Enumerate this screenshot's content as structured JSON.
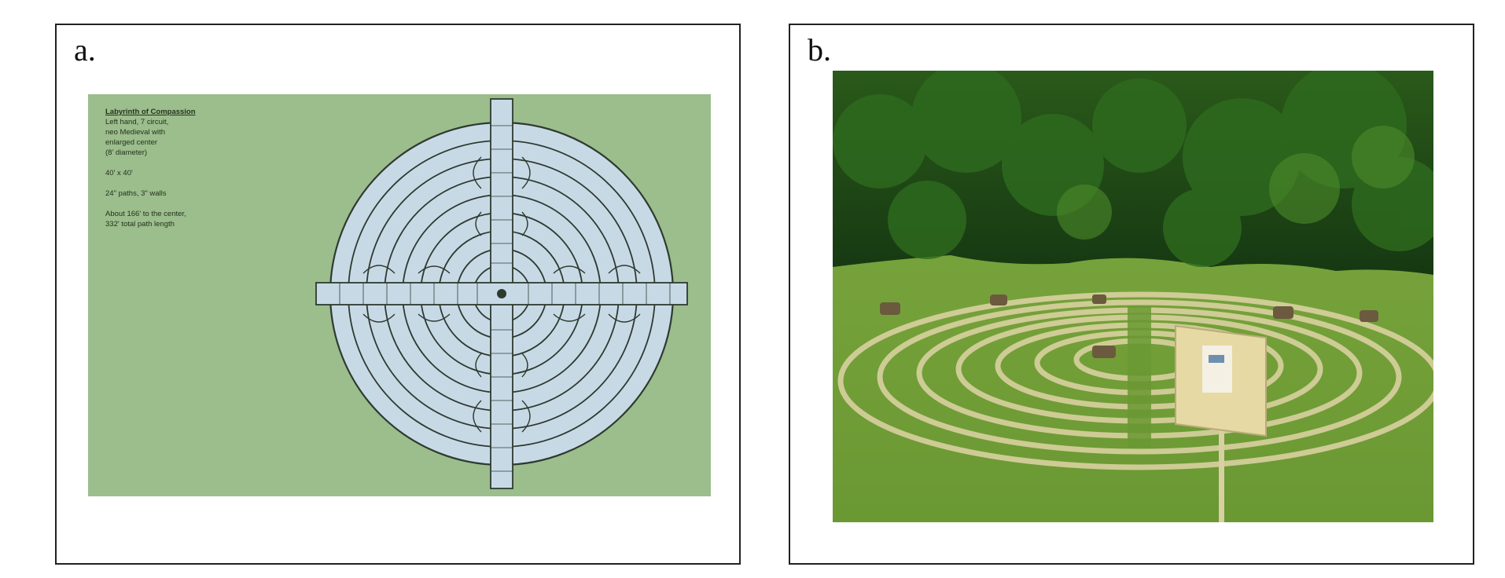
{
  "panels": {
    "a": {
      "label": "a.",
      "diagram": {
        "title": "Labyrinth of Compassion",
        "lines": [
          "Left hand, 7 circuit,",
          "neo Medieval with",
          "enlarged center",
          "(8' diameter)"
        ],
        "size": "40' x 40'",
        "paths": "24\" paths, 3\" walls",
        "length_lines": [
          "About 166' to the center,",
          "332' total path length"
        ],
        "credit": "",
        "colors": {
          "background": "#9cbd8c",
          "labyrinth_fill": "#c8d9e6",
          "walls": "#2e3a30"
        }
      }
    },
    "b": {
      "label": "b.",
      "photo": {
        "subject_icon": "labyrinth-photo",
        "colors": {
          "trees": "#1f4a16",
          "grass": "#6f9a35",
          "sign": "#e6d9a4"
        }
      }
    }
  }
}
